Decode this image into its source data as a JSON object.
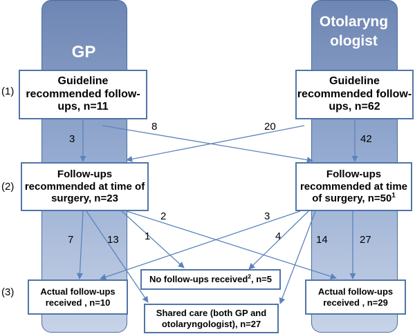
{
  "columns": {
    "gp": "GP",
    "otolaryngologist": "Otolaryng ologist"
  },
  "stage_labels": [
    "(1)",
    "(2)",
    "(3)"
  ],
  "boxes": {
    "gp_guideline": "Guideline recommended follow-ups, n=11",
    "oto_guideline": "Guideline recommended follow-ups, n=62",
    "gp_recommended": "Follow-ups recommended at time of surgery, n=23",
    "oto_recommended_main": "Follow-ups recommended at time of surgery, n=50",
    "oto_recommended_sup": "1",
    "gp_actual": "Actual follow-ups received , n=10",
    "none_main": "No follow-ups received",
    "none_sup": "2",
    "none_tail": ", n=5",
    "oto_actual": "Actual follow-ups received , n=29",
    "shared": "Shared care (both GP and otolaryngologist), n=27"
  },
  "flows": {
    "gp_guide_to_gp_rec": "3",
    "gp_guide_to_oto_rec": "8",
    "oto_guide_to_gp_rec": "20",
    "oto_guide_to_oto_rec": "42",
    "gp_rec_to_gp_actual": "7",
    "gp_rec_to_shared": "13",
    "gp_rec_to_none": "1",
    "gp_rec_to_oto_actual": "2",
    "oto_rec_to_gp_actual": "3",
    "oto_rec_to_none": "4",
    "oto_rec_to_shared": "14",
    "oto_rec_to_oto_actual": "27"
  },
  "colors": {
    "column_fill_top": "#6e86b3",
    "column_fill_bottom": "#c7d3e8",
    "box_border": "#4f74a8",
    "arrow": "#5b83bd"
  }
}
